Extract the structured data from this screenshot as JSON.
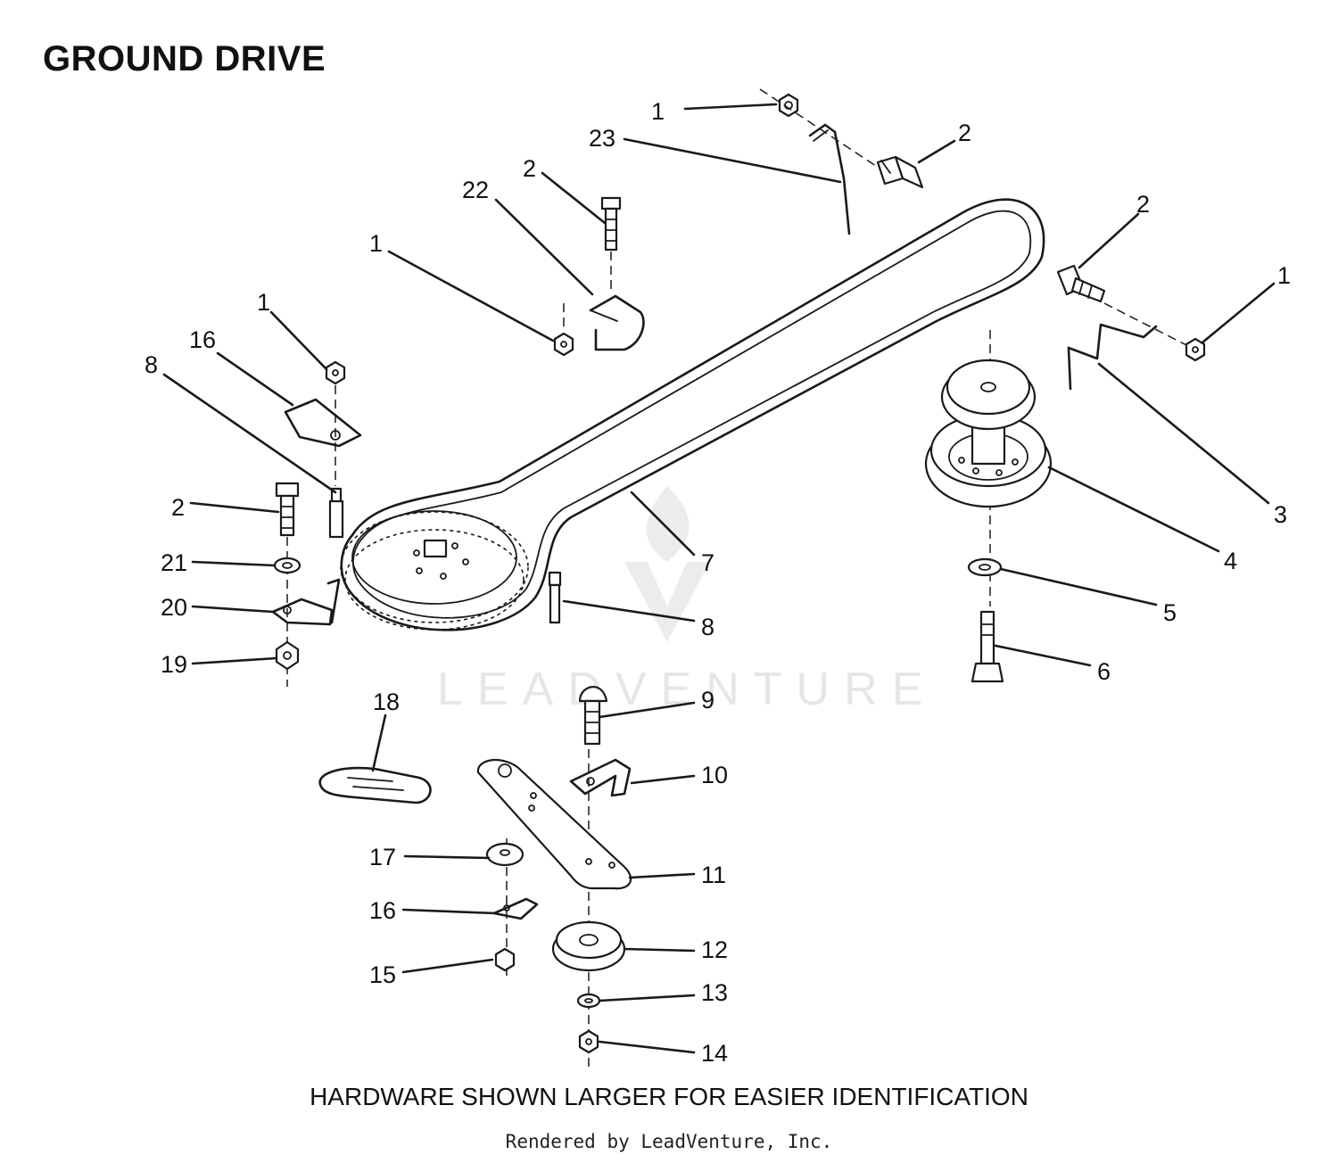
{
  "title": "GROUND DRIVE",
  "note": "HARDWARE SHOWN LARGER FOR EASIER IDENTIFICATION",
  "credit": "Rendered by LeadVenture, Inc.",
  "watermark": "LEADVENTURE",
  "callouts": {
    "c1a": "1",
    "c23": "23",
    "c2a": "2",
    "c2b": "2",
    "c22": "22",
    "c1b": "1",
    "c2c": "2",
    "c1c": "1",
    "c1d": "1",
    "c16a": "16",
    "c8a": "8",
    "c3": "3",
    "c4": "4",
    "c2d": "2",
    "c21": "21",
    "c7": "7",
    "c5": "5",
    "c20": "20",
    "c8b": "8",
    "c6": "6",
    "c19": "19",
    "c9": "9",
    "c18": "18",
    "c10": "10",
    "c17": "17",
    "c11": "11",
    "c16b": "16",
    "c12": "12",
    "c15": "15",
    "c13": "13",
    "c14": "14"
  },
  "colors": {
    "ink": "#1a1a1a",
    "watermark": "#e6e6e6",
    "background": "#ffffff"
  }
}
